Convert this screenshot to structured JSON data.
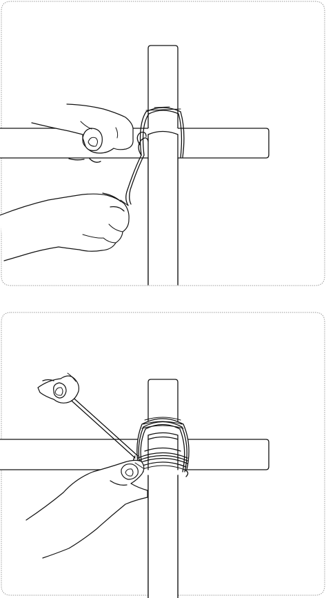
{
  "steps": [
    {
      "id": "step-1",
      "hands": "two-hands",
      "wire": "first-loop"
    },
    {
      "id": "step-2",
      "hands": "two-hands",
      "wire": "wrapped-coils"
    }
  ],
  "colors": {
    "ink": "#111111",
    "frame": "#9a9a9a",
    "background": "#ffffff"
  }
}
